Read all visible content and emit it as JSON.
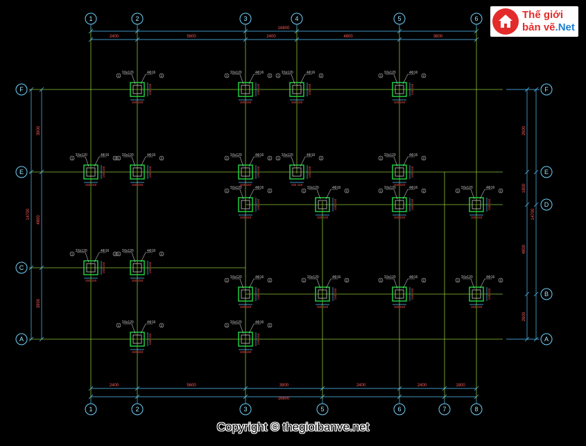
{
  "axes": {
    "top": [
      "1",
      "2",
      "3",
      "4",
      "5",
      "6"
    ],
    "bottom": [
      "1",
      "2",
      "3",
      "5",
      "6",
      "7",
      "8"
    ],
    "left": [
      "F",
      "E",
      "C",
      "A"
    ],
    "right": [
      "F",
      "E",
      "D",
      "B",
      "A"
    ]
  },
  "dimensions": {
    "top_overall": "16800",
    "top_segments": [
      "2400",
      "5600",
      "2400",
      "4800",
      "3600"
    ],
    "bottom_overall": "16800",
    "bottom_segments": [
      "2400",
      "5600",
      "3900",
      "2400",
      "2400",
      "1800"
    ],
    "left_overall": "14700",
    "left_segments": [
      "3900",
      "4800",
      "3900"
    ],
    "right_overall": "14700",
    "right_segments": [
      "2600",
      "1800",
      "4800",
      "2600"
    ]
  },
  "column": {
    "tag_left": "Σ6x120",
    "tag_right": "4Φ16",
    "size": "150 150",
    "marker_1": "1",
    "marker_2": "2"
  },
  "logo": {
    "line1": "Thế giới",
    "line2": "bản vẽ",
    "tld": ".Net"
  },
  "copyright": "Copyright © thegioibanve.net"
}
